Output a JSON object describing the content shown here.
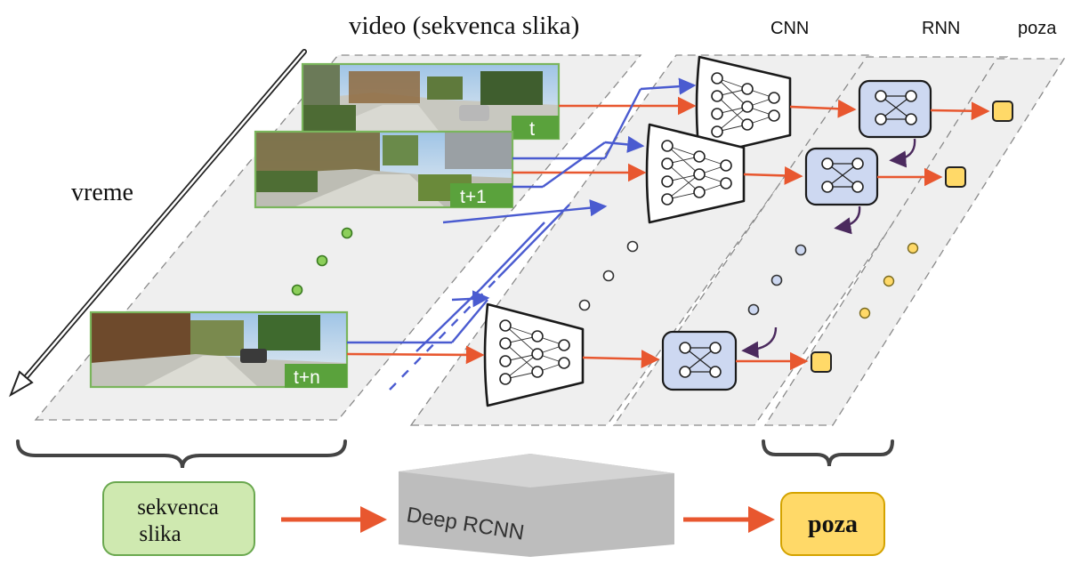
{
  "top_labels": {
    "video": "video (sekvenca slika)",
    "cnn": "CNN",
    "rnn": "RNN",
    "pose": "poza"
  },
  "time_label": "vreme",
  "frames": [
    {
      "label": "t"
    },
    {
      "label": "t+1"
    },
    {
      "label": "t+n"
    }
  ],
  "bottom": {
    "input": "sekvenca slika",
    "model": "Deep RCNN",
    "output": "poza"
  },
  "colors": {
    "green_box": "#cfe9b0",
    "green_border": "#6aa84f",
    "frame_badge": "#5aa23c",
    "pose_box": "#ffd968",
    "pose_border": "#d4a300",
    "rnn_fill": "#cdd8f1",
    "rnn_border": "#2a2a2a",
    "arrow_red": "#e8572f",
    "arrow_blue": "#4a5bd0",
    "arrow_purple": "#4b2a5e",
    "plane_fill": "#efefef",
    "plane_dash": "#8a8a8a",
    "model_fill": "#bdbdbd"
  },
  "icons": [
    "time-arrow-icon",
    "cnn-block-icon",
    "rnn-block-icon",
    "pose-marker-icon",
    "brace-icon"
  ]
}
